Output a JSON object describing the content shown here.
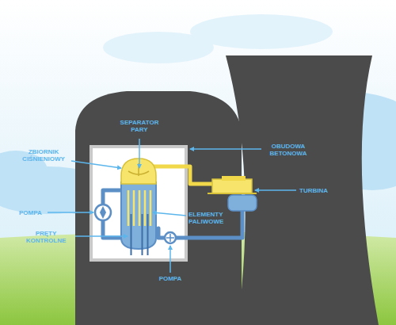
{
  "diagram": {
    "labels": [
      "SEPARATOR PARY",
      "ZBIORNIK CIŚNIENIOWY",
      "OBUDOWA BETONOWA",
      "TURBINA",
      "POMPA",
      "ELEMENTY PALIWOWE",
      "PRĘTY KONTROLNE",
      "POMPA"
    ]
  }
}
